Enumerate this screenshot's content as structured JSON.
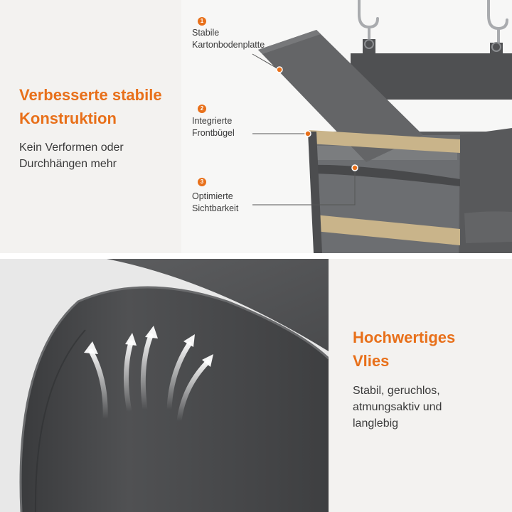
{
  "section_top": {
    "headline_line1": "Verbesserte stabile",
    "headline_line2": "Konstruktion",
    "body_line1": "Kein Verformen oder",
    "body_line2": "Durchhängen mehr"
  },
  "callouts": [
    {
      "number": "1",
      "line1": "Stabile",
      "line2": "Kartonbodenplatte"
    },
    {
      "number": "2",
      "line1": "Integrierte",
      "line2": "Frontbügel"
    },
    {
      "number": "3",
      "line1": "Optimierte",
      "line2": "Sichtbarkeit"
    }
  ],
  "section_bottom": {
    "headline_line1": "Hochwertiges",
    "headline_line2": "Vlies",
    "body_line1": "Stabil, geruchlos,",
    "body_line2": "atmungsaktiv und",
    "body_line3": "langlebig"
  },
  "colors": {
    "accent": "#e8701a",
    "fabric": "#5b5c5e",
    "wood": "#c9b48a"
  }
}
